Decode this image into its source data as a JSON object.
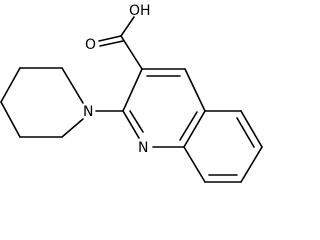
{
  "diagram": {
    "atom_labels": {
      "hydroxyl": "OH",
      "carbonyl_oxygen": "O",
      "piperidine_nitrogen": "N",
      "quinoline_nitrogen": "N"
    },
    "colors": {
      "bond": "#000000",
      "label": "#000000",
      "background": "#ffffff"
    }
  }
}
